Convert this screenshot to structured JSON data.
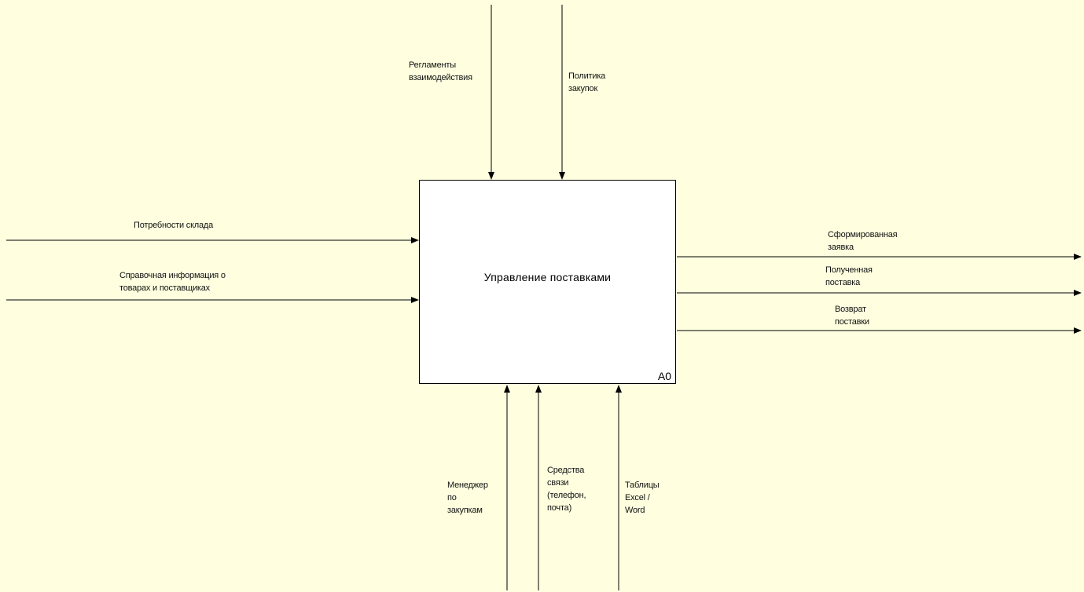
{
  "function_box": {
    "title": "Управление поставками",
    "id": "A0"
  },
  "controls": [
    {
      "lines": [
        "Регламенты",
        "взаимодействия"
      ]
    },
    {
      "lines": [
        "Политика",
        "закупок"
      ]
    }
  ],
  "inputs": [
    {
      "lines": [
        "Потребности склада"
      ]
    },
    {
      "lines": [
        "Справочная информация о",
        "товарах и поставщиках"
      ]
    }
  ],
  "outputs": [
    {
      "lines": [
        "Сформированная",
        "заявка"
      ]
    },
    {
      "lines": [
        "Полученная",
        "поставка"
      ]
    },
    {
      "lines": [
        "Возврат",
        "поставки"
      ]
    }
  ],
  "mechanisms": [
    {
      "lines": [
        "Менеджер",
        "по",
        "закупкам"
      ]
    },
    {
      "lines": [
        "Средства",
        "связи",
        "(телефон,",
        "почта)"
      ]
    },
    {
      "lines": [
        "Таблицы",
        "Excel /",
        "Word"
      ]
    }
  ],
  "colors": {
    "background": "#ffffe0",
    "box_fill": "#ffffff",
    "line": "#000000"
  }
}
